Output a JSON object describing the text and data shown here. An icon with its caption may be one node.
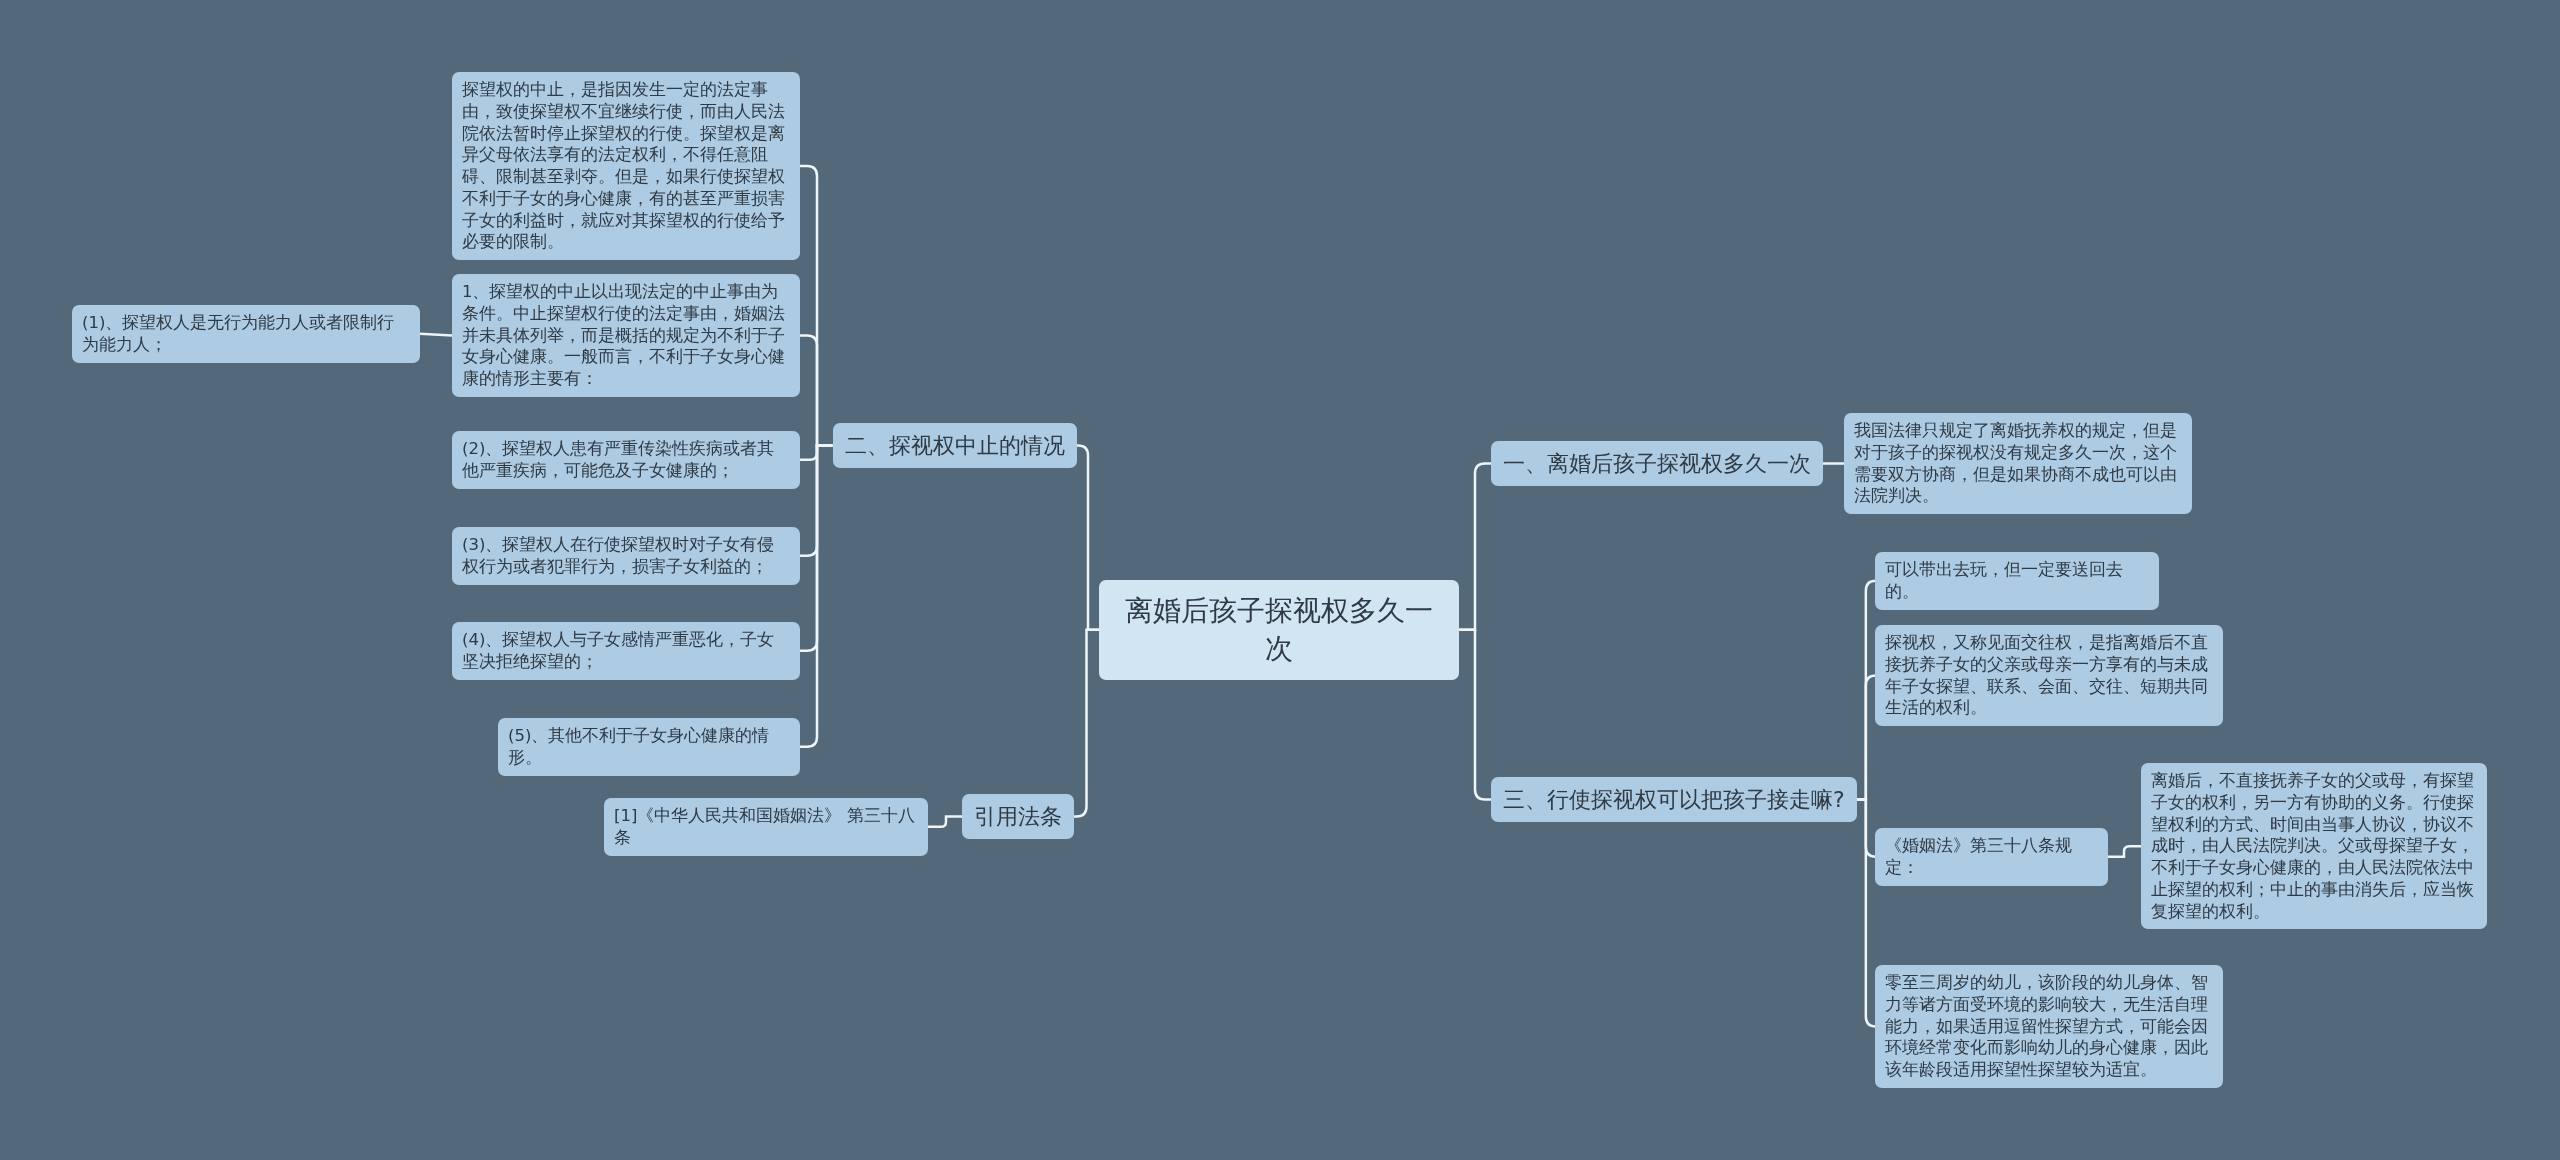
{
  "diagram": {
    "nodes": [
      {
        "text": [
          "离婚后孩子探视权多久一次"
        ]
      },
      {
        "text": [
          "二、探视权中止的情况"
        ]
      },
      {
        "text": [
          "探望权的中止，是指因发生一定的法定事由，致使探望权不宜继续行使，而由人民法院依法暂时停止探望权的行使。探望权是离异父母依法享有的法定权利，不得任意阻碍、限制甚至剥夺。但是，如果行使探望权不利于子女的身心健康，有的甚至严重损害子女的利益时，就应对其探望权的行使给予必要的限制。"
        ]
      },
      {
        "text": [
          "1、探望权的中止以出现法定的中止事由为条件。中止探望权行使的法定事由，婚姻法并未具体列举，而是概括的规定为不利于子女身心健康。一般而言，不利于子女身心健康的情形主要有："
        ]
      },
      {
        "text": [
          "(1)、探望权人是无行为能力人或者限制行为能力人；"
        ]
      },
      {
        "text": [
          "(2)、探望权人患有严重传染性疾病或者其他严重疾病，可能危及子女健康的；"
        ]
      },
      {
        "text": [
          "(3)、探望权人在行使探望权时对子女有侵权行为或者犯罪行为，损害子女利益的；"
        ]
      },
      {
        "text": [
          "(4)、探望权人与子女感情严重恶化，子女坚决拒绝探望的；"
        ]
      },
      {
        "text": [
          "(5)、其他不利于子女身心健康的情形。"
        ]
      },
      {
        "text": [
          "引用法条"
        ]
      },
      {
        "text": [
          "[1]《中华人民共和国婚姻法》 第三十八条"
        ]
      },
      {
        "text": [
          "一、离婚后孩子探视权多久一次"
        ]
      },
      {
        "text": [
          "我国法律只规定了离婚抚养权的规定，但是对于孩子的探视权没有规定多久一次，这个需要双方协商，但是如果协商不成也可以由法院判决。"
        ]
      },
      {
        "text": [
          "三、行使探视权可以把孩子接走嘛?"
        ]
      },
      {
        "text": [
          "可以带出去玩，但一定要送回去的。"
        ]
      },
      {
        "text": [
          "探视权，又称见面交往权，是指离婚后不直接抚养子女的父亲或母亲一方享有的与未成年子女探望、联系、会面、交往、短期共同生活的权利。"
        ]
      },
      {
        "text": [
          "《婚姻法》第三十八条规定："
        ]
      },
      {
        "text": [
          "离婚后，不直接抚养子女的父或母，有探望子女的权利，另一方有协助的义务。行使探望权利的方式、时间由当事人协议，协议不成时，由人民法院判决。父或母探望子女，不利于子女身心健康的，由人民法院依法中止探望的权利；中止的事由消失后，应当恢复探望的权利。"
        ]
      },
      {
        "text": [
          "零至三周岁的幼儿，该阶段的幼儿身体、智力等诸方面受环境的影响较大，无生活自理能力，如果适用逗留性探望方式，可能会因环境经常变化而影响幼儿的身心健康，因此该年龄段适用探望性探望较为适宜。"
        ]
      }
    ],
    "edges": [
      {
        "from": 0,
        "to": 1,
        "arrow": "none"
      },
      {
        "from": 1,
        "to": 2,
        "arrow": "none"
      },
      {
        "from": 1,
        "to": 3,
        "arrow": "none"
      },
      {
        "from": 3,
        "to": 4,
        "arrow": "none"
      },
      {
        "from": 1,
        "to": 5,
        "arrow": "none"
      },
      {
        "from": 1,
        "to": 6,
        "arrow": "none"
      },
      {
        "from": 1,
        "to": 7,
        "arrow": "none"
      },
      {
        "from": 1,
        "to": 8,
        "arrow": "none"
      },
      {
        "from": 0,
        "to": 9,
        "arrow": "none"
      },
      {
        "from": 9,
        "to": 10,
        "arrow": "none"
      },
      {
        "from": 0,
        "to": 11,
        "arrow": "none"
      },
      {
        "from": 11,
        "to": 12,
        "arrow": "none"
      },
      {
        "from": 0,
        "to": 13,
        "arrow": "none"
      },
      {
        "from": 13,
        "to": 14,
        "arrow": "none"
      },
      {
        "from": 13,
        "to": 15,
        "arrow": "none"
      },
      {
        "from": 13,
        "to": 16,
        "arrow": "none"
      },
      {
        "from": 16,
        "to": 17,
        "arrow": "none"
      },
      {
        "from": 13,
        "to": 18,
        "arrow": "none"
      }
    ]
  }
}
